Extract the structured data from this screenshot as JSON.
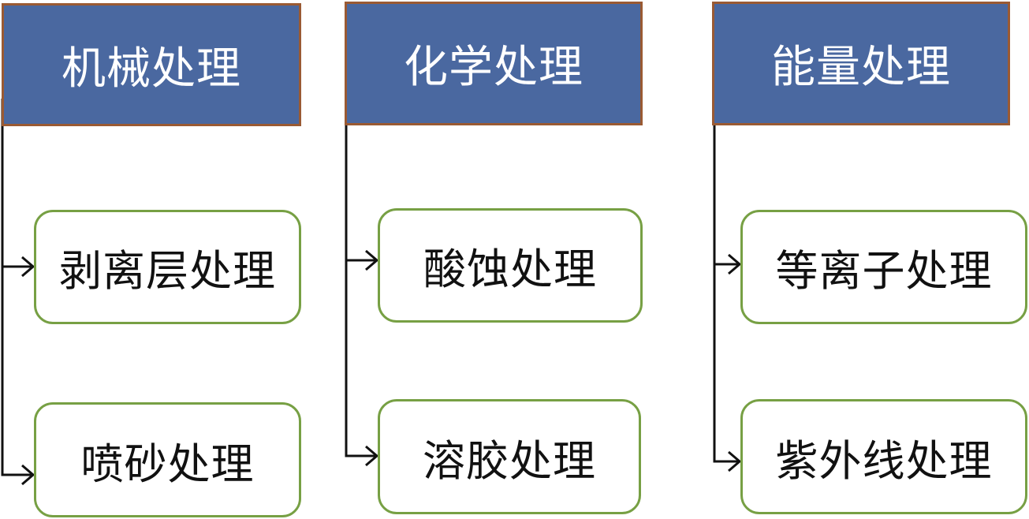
{
  "groups": [
    {
      "title": "机械处理",
      "items": [
        "剥离层处理",
        "喷砂处理"
      ]
    },
    {
      "title": "化学处理",
      "items": [
        "酸蚀处理",
        "溶胶处理"
      ]
    },
    {
      "title": "能量处理",
      "items": [
        "等离子处理",
        "紫外线处理"
      ]
    }
  ],
  "colors": {
    "header_fill": "#4a68a0",
    "header_border": "#9a5a33",
    "item_border": "#77a044",
    "connector": "#111111"
  }
}
